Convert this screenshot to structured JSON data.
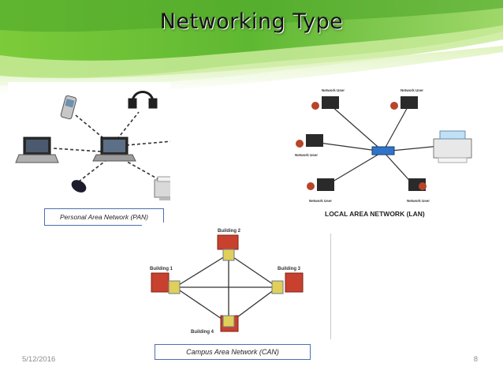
{
  "slide": {
    "title": "Networking Type",
    "date": "5/12/2016",
    "page_number": "8"
  },
  "pan": {
    "caption": "Personal Area Network (PAN)"
  },
  "lan": {
    "title": "LOCAL AREA NETWORK (LAN)",
    "user_label": "Network User"
  },
  "can": {
    "caption": "Campus Area Network (CAN)",
    "buildings": [
      "Building 1",
      "Building 2",
      "Building 3",
      "Building 4"
    ]
  },
  "colors": {
    "swoosh_green": "#5fb832",
    "light_green": "#b9e07a",
    "caption_border": "#4f6fad",
    "building_red": "#c8412e"
  }
}
